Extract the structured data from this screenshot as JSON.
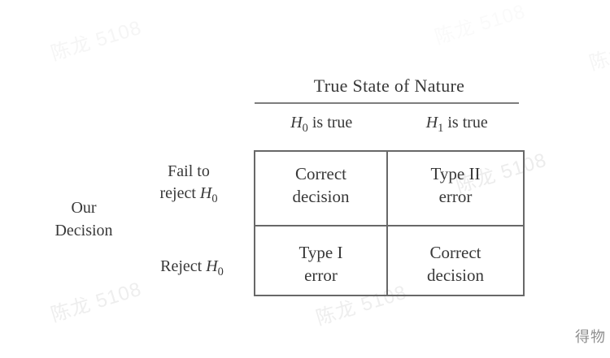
{
  "colors": {
    "background": "#ffffff",
    "text": "#383838",
    "table_border": "#686868",
    "header_rule": "#7d7d7d",
    "watermark_light": "#f5f5f5",
    "watermark_on_table": "#ececec",
    "brand_text": "#8f8f8f"
  },
  "watermark": {
    "text": "陈龙 5108"
  },
  "brand": {
    "label": "得物"
  },
  "figure": {
    "title": "True State of Nature",
    "column_headers": [
      {
        "var": "H",
        "sub": "0",
        "rest": " is true"
      },
      {
        "var": "H",
        "sub": "1",
        "rest": " is true"
      }
    ],
    "row_axis": {
      "line1": "Our",
      "line2": "Decision"
    },
    "row_headers": [
      {
        "line1": "Fail to",
        "line2_pre": "reject ",
        "var": "H",
        "sub": "0"
      },
      {
        "pre": "Reject ",
        "var": "H",
        "sub": "0"
      }
    ],
    "cells": [
      {
        "line1": "Correct",
        "line2": "decision"
      },
      {
        "line1": "Type II",
        "line2": "error"
      },
      {
        "line1": "Type I",
        "line2": "error"
      },
      {
        "line1": "Correct",
        "line2": "decision"
      }
    ]
  }
}
